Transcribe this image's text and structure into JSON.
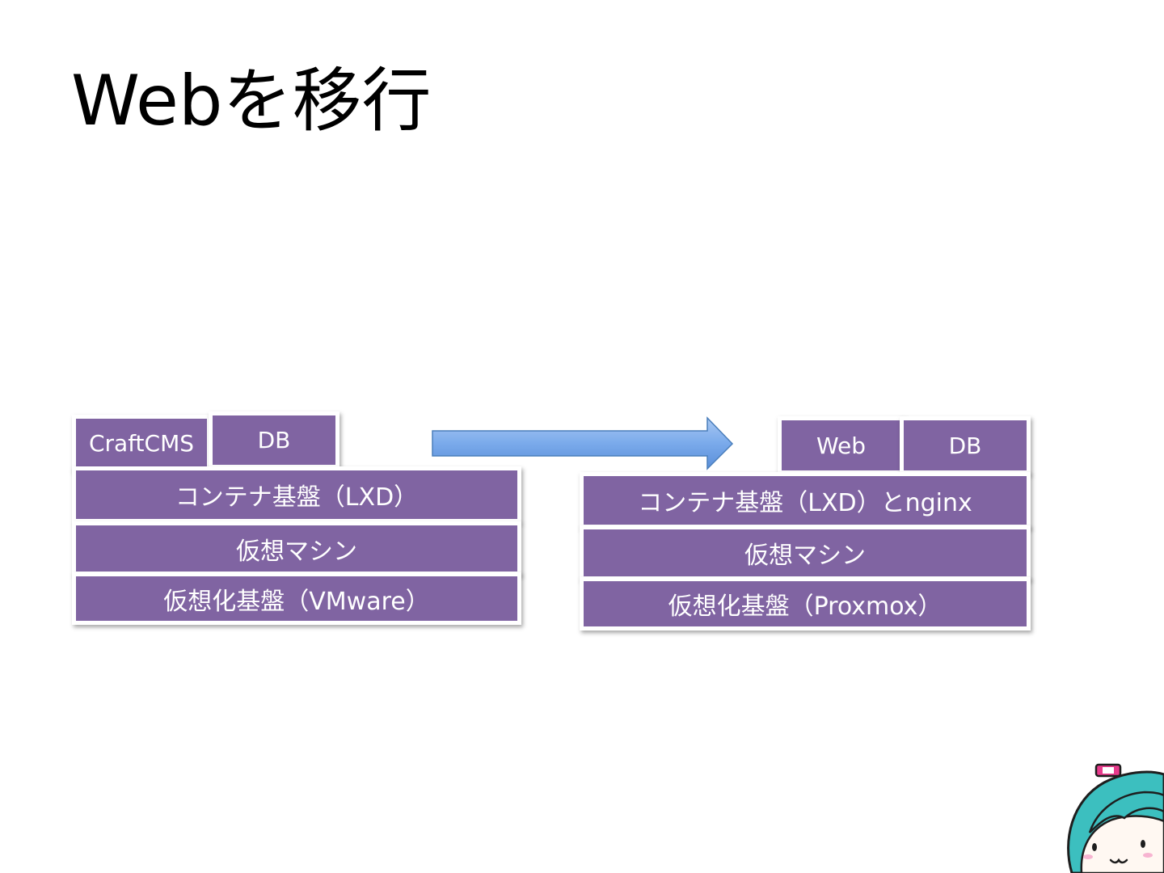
{
  "title": "Webを移行",
  "before": {
    "apps": [
      "CraftCMS",
      "DB"
    ],
    "layers": [
      "コンテナ基盤（LXD）",
      "仮想マシン",
      "仮想化基盤（VMware）"
    ]
  },
  "after": {
    "apps": [
      "Web",
      "DB"
    ],
    "layers": [
      "コンテナ基盤（LXD）とnginx",
      "仮想マシン",
      "仮想化基盤（Proxmox）"
    ]
  },
  "colors": {
    "box_fill": "#8064a2",
    "arrow_fill": "#6fa2e6",
    "mascot_hair": "#3cbfbf"
  },
  "icons": {
    "arrow": "right-arrow-icon",
    "mascot": "mascot-character-icon"
  }
}
